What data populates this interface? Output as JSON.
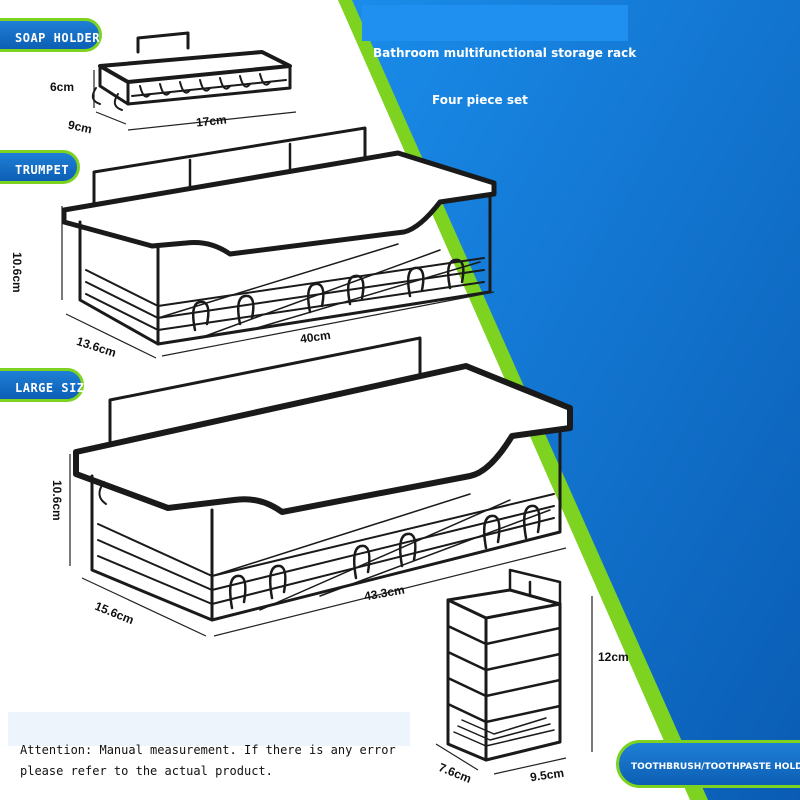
{
  "header": {
    "title": "Bathroom multifunctional storage rack",
    "subtitle": "Four piece set"
  },
  "labels": {
    "soap_holder": "SOAP HOLDER",
    "trumpet": "TRUMPET",
    "large_size": "LARGE SIZE",
    "toothbrush_holder": "TOOTHBRUSH/TOOTHPASTE HOLDER"
  },
  "dimensions": {
    "soap_height": "6cm",
    "soap_depth": "9cm",
    "soap_width": "17cm",
    "trumpet_height": "10.6cm",
    "trumpet_depth": "13.6cm",
    "trumpet_width": "40cm",
    "large_height": "10.6cm",
    "large_depth": "15.6cm",
    "large_width": "43.3cm",
    "tooth_height": "12cm",
    "tooth_depth": "7.6cm",
    "tooth_width": "9.5cm"
  },
  "notice": {
    "line1": "Attention: Manual measurement. If there is any error",
    "line2": "please refer to the actual product."
  },
  "colors": {
    "blue": "#1a87e0",
    "blue_dark": "#0a5fb8",
    "green": "#7ed321",
    "rack": "#1a1a1a"
  }
}
